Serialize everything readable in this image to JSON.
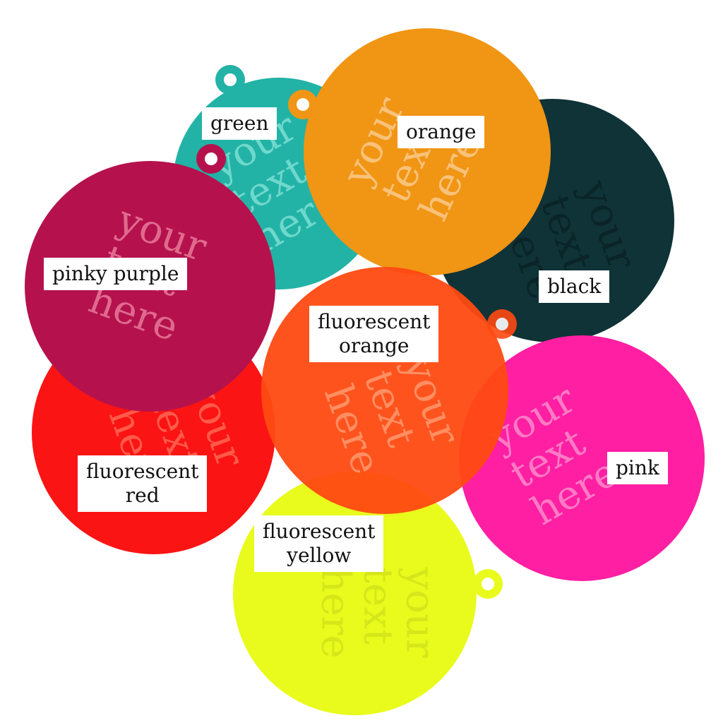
{
  "image": {
    "description": "Colored acrylic round tags with engraved placeholder text, each labeled with its color name"
  },
  "engraving_text": "your\ntext\nhere",
  "tags": [
    {
      "id": "green",
      "label": "green",
      "color": "#22b3a6"
    },
    {
      "id": "orange",
      "label": "orange",
      "color": "#f19514"
    },
    {
      "id": "black",
      "label": "black",
      "color": "#0f3337"
    },
    {
      "id": "pinky-purple",
      "label": "pinky purple",
      "color": "#b5124d"
    },
    {
      "id": "fluorescent-orange",
      "label": "fluorescent\norange",
      "color": "#ff4a12"
    },
    {
      "id": "fluorescent-red",
      "label": "fluorescent\nred",
      "color": "#fb1414"
    },
    {
      "id": "pink",
      "label": "pink",
      "color": "#ff1fa3"
    },
    {
      "id": "fluorescent-yellow",
      "label": "fluorescent\nyellow",
      "color": "#e8fb1c"
    }
  ]
}
